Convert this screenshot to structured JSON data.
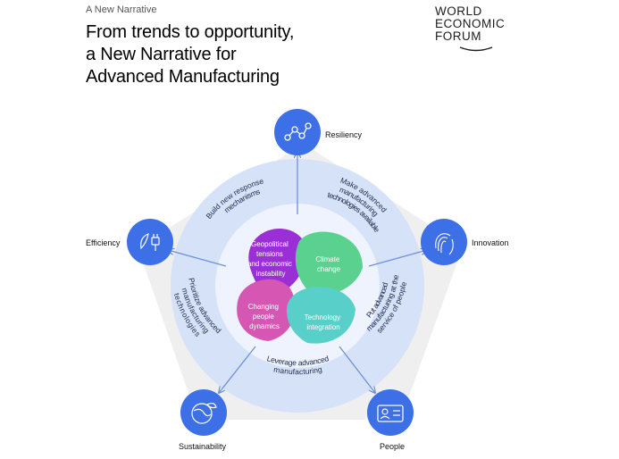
{
  "header": {
    "eyebrow": "A New Narrative",
    "title_lines": [
      "From trends to opportunity,",
      "a New Narrative for",
      "Advanced Manufacturing"
    ]
  },
  "logo": {
    "lines": [
      "WORLD",
      "ECONOMIC",
      "FORUM"
    ]
  },
  "pillars": {
    "resiliency": {
      "label": "Resiliency",
      "icon": "network-nodes-icon"
    },
    "innovation": {
      "label": "Innovation",
      "icon": "fingerprint-icon"
    },
    "people": {
      "label": "People",
      "icon": "id-card-icon"
    },
    "sustainability": {
      "label": "Sustainability",
      "icon": "globe-leaf-icon"
    },
    "efficiency": {
      "label": "Efficiency",
      "icon": "plug-leaf-icon"
    }
  },
  "actions": {
    "make_advanced": [
      "Make advanced",
      "manufacturing",
      "technologies available"
    ],
    "put_advanced": [
      "Put advanced",
      "manufacturing at the",
      "service of people"
    ],
    "leverage": [
      "Leverage advanced",
      "manufacturing"
    ],
    "prioritize": [
      "Prioritize advanced",
      "manufacturing",
      "technologies"
    ],
    "build_new": [
      "Build new response",
      "mechanisms"
    ]
  },
  "trends": {
    "geopolitical": [
      "Geopolitical",
      "tensions",
      "and economic",
      "instability"
    ],
    "climate": [
      "Climate",
      "change"
    ],
    "people_dynamics": [
      "Changing",
      "people",
      "dynamics"
    ],
    "technology": [
      "Technology",
      "integration"
    ]
  },
  "colors": {
    "pentagon": "#efefef",
    "ring": "#d6e2f8",
    "node": "#3d6fe6",
    "arrow": "#6f8fd8",
    "purple": "#9b2fd6",
    "green": "#5bd18f",
    "pink": "#d657b3",
    "teal": "#58cfc9"
  }
}
